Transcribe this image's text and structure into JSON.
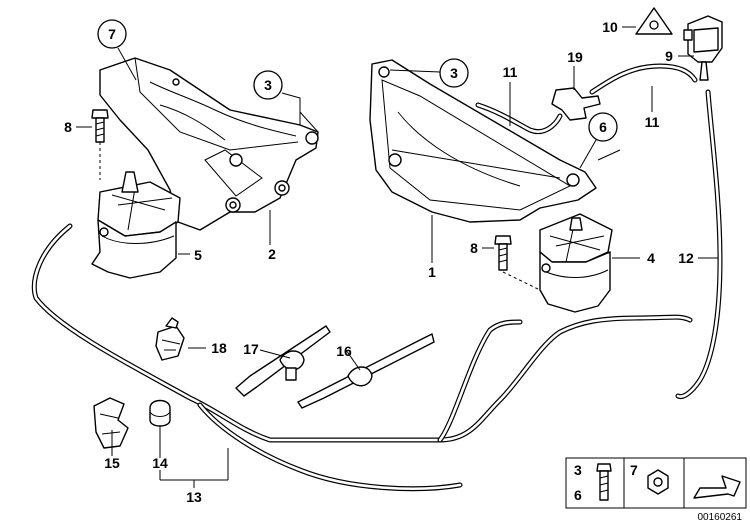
{
  "labels": {
    "p1": "1",
    "p2": "2",
    "p3a": "3",
    "p3b": "3",
    "p4": "4",
    "p5": "5",
    "p6": "6",
    "p7": "7",
    "p8a": "8",
    "p8b": "8",
    "p9": "9",
    "p10": "10",
    "p11a": "11",
    "p11b": "11",
    "p12": "12",
    "p13": "13",
    "p14": "14",
    "p15": "15",
    "p16": "16",
    "p17": "17",
    "p18": "18",
    "p19": "19"
  },
  "legend": {
    "top_left": "3",
    "bottom_left": "6",
    "right": "7"
  },
  "reference_number": "00160261"
}
